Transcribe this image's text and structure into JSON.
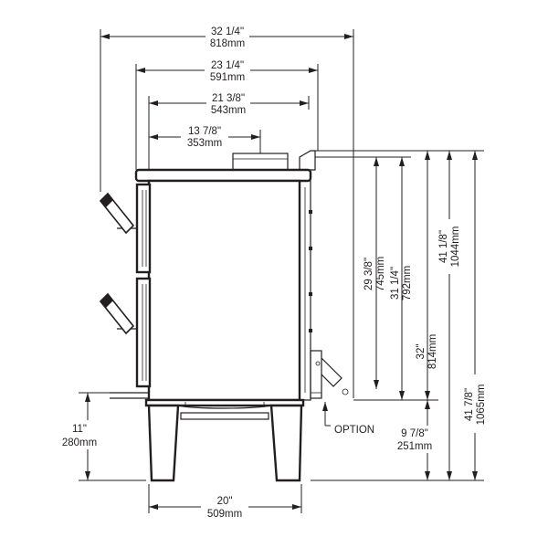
{
  "dimensions": {
    "overall_width": {
      "imperial": "32 1/4\"",
      "metric": "818mm"
    },
    "body_width": {
      "imperial": "23 1/4\"",
      "metric": "591mm"
    },
    "top_width": {
      "imperial": "21 3/8\"",
      "metric": "543mm"
    },
    "flue_center": {
      "imperial": "13 7/8\"",
      "metric": "353mm"
    },
    "height_to_flue_rear": {
      "imperial": "29 3/8\"",
      "metric": "745mm"
    },
    "height_to_top_rear": {
      "imperial": "31 1/4\"",
      "metric": "792mm"
    },
    "height_total_rear": {
      "imperial": "32\"",
      "metric": "814mm"
    },
    "height_to_top": {
      "imperial": "41 1/8\"",
      "metric": "1044mm"
    },
    "height_overall": {
      "imperial": "41 7/8\"",
      "metric": "1065mm"
    },
    "leg_height": {
      "imperial": "11\"",
      "metric": "280mm"
    },
    "base_to_floor": {
      "imperial": "9 7/8\"",
      "metric": "251mm"
    },
    "leg_width": {
      "imperial": "20\"",
      "metric": "509mm"
    }
  },
  "option_label": "OPTION"
}
